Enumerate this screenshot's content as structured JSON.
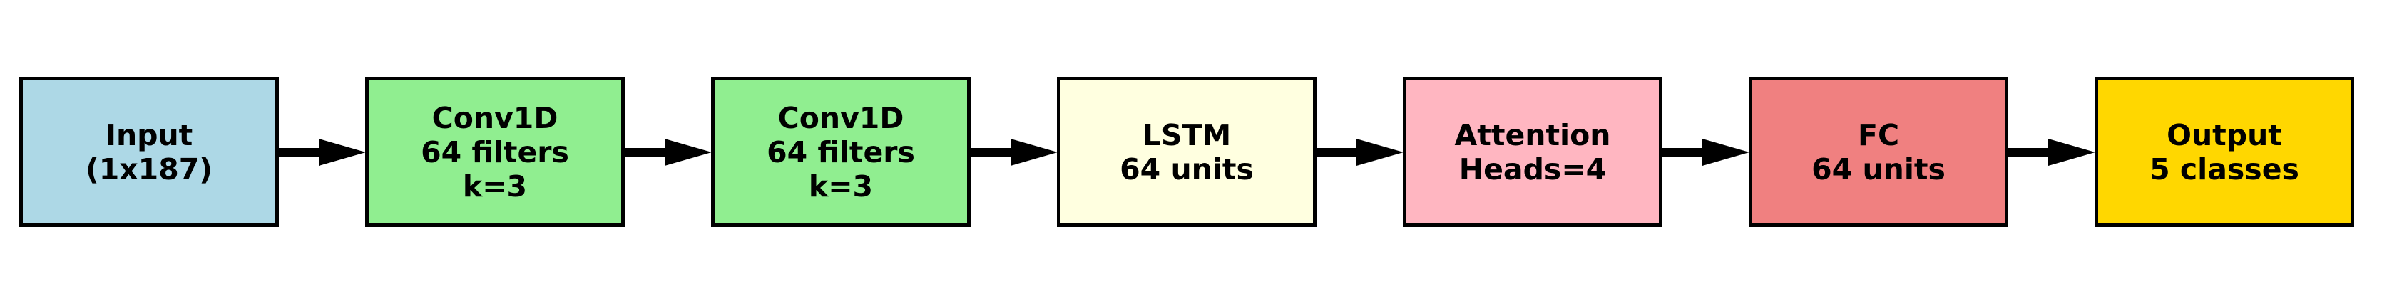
{
  "diagram": {
    "nodes": [
      {
        "label": "Input\n(1x187)",
        "color": "#add8e6"
      },
      {
        "label": "Conv1D\n64 filters\nk=3",
        "color": "#90ee90"
      },
      {
        "label": "Conv1D\n64 filters\nk=3",
        "color": "#90ee90"
      },
      {
        "label": "LSTM\n64 units",
        "color": "#ffffe0"
      },
      {
        "label": "Attention\nHeads=4",
        "color": "#ffb6c1"
      },
      {
        "label": "FC\n64 units",
        "color": "#f08080"
      },
      {
        "label": "Output\n5 classes",
        "color": "#ffd700"
      }
    ],
    "edge_color": "#000000",
    "edge_style": "arrow"
  }
}
